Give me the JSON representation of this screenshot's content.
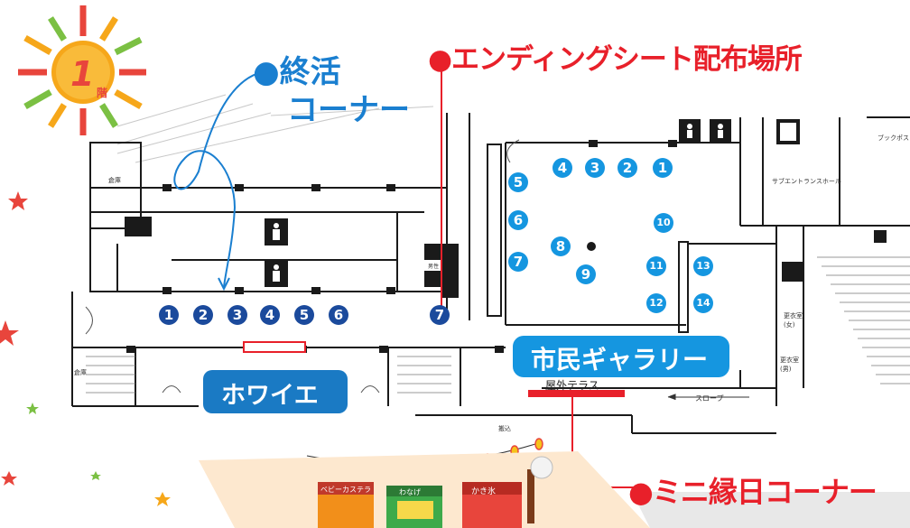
{
  "floor": {
    "number": "1",
    "suffix": "階"
  },
  "shukatsu": {
    "line1": "●終活",
    "line2": "コーナー"
  },
  "ending_sheet": {
    "label": "●エンディングシート配布場所"
  },
  "foyer": {
    "label": "ホワイエ"
  },
  "gallery": {
    "label": "市民ギャラリー"
  },
  "terrace": {
    "label": "屋外テラス"
  },
  "mini_ennichi": {
    "label": "●ミニ縁日コーナー"
  },
  "foyer_numbers": [
    "❶",
    "❷",
    "❸",
    "❹",
    "❺",
    "❻",
    "❼"
  ],
  "gallery_numbers": [
    "❹",
    "❸",
    "❷",
    "❶",
    "❺",
    "❻",
    "❼",
    "❽",
    "❾",
    "❿",
    "⓫",
    "⓬",
    "⓭",
    "⓮"
  ],
  "map_labels": {
    "storage1": "倉庫",
    "storage2": "倉庫",
    "sub_entrance": "サブエントランスホール",
    "book": "ブックポスト",
    "changing_w": "更衣室\n(女)",
    "changing_m": "更衣室\n(男)",
    "slope": "スロープ",
    "loading": "搬込",
    "mens": "男性"
  },
  "stalls": [
    "ベビーカステラ",
    "わなげ",
    "かき氷"
  ],
  "colors": {
    "red": "#e8202a",
    "blue_text": "#1a7fd0",
    "navy": "#1b4a9c",
    "sign_blue": "#1a7ac4",
    "sun_orange": "#f6a71a",
    "sun_red": "#e8453c"
  }
}
